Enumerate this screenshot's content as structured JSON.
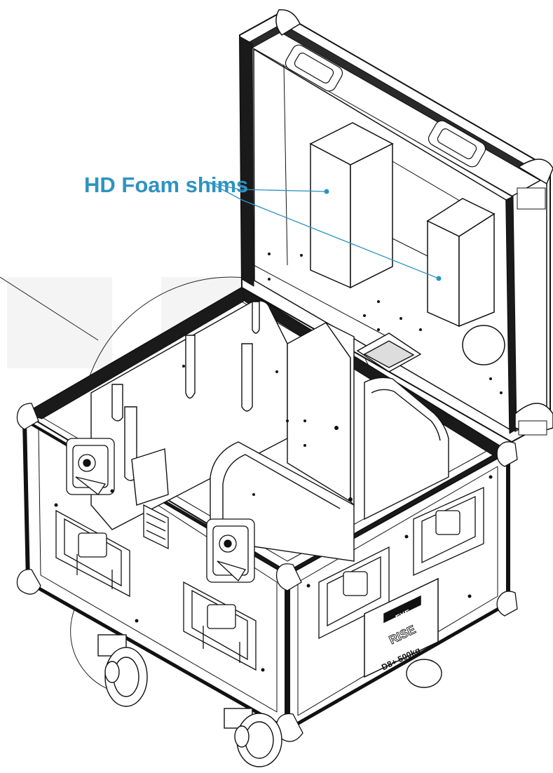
{
  "callout": {
    "label": "HD Foam shims",
    "color": "#2e93c2"
  },
  "nameplate": {
    "brand": "EXE",
    "model": "RISE",
    "rating": "D8+ 500kg"
  }
}
